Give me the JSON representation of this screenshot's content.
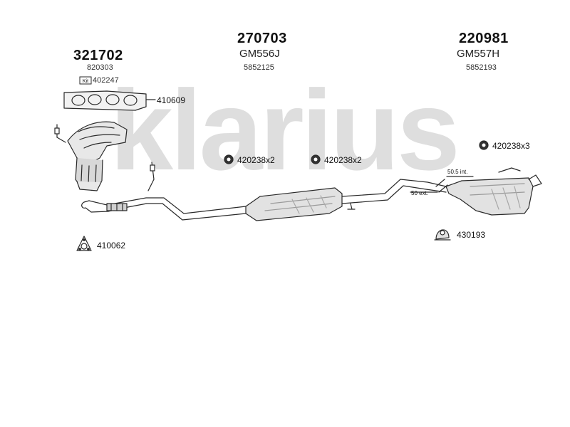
{
  "brand": {
    "watermark": "klarius",
    "watermark_color": "#d9d9d9"
  },
  "groups": {
    "manifold": {
      "part": "321702",
      "ref": "820303",
      "kit_badge": "Kit",
      "kit_code": "402247"
    },
    "middle": {
      "part": "270703",
      "oe": "GM556J",
      "ref": "5852125"
    },
    "rear": {
      "part": "220981",
      "oe": "GM557H",
      "ref": "5852193"
    }
  },
  "callouts": {
    "gasket": "410609",
    "clamp_mid_1": "420238x2",
    "clamp_mid_2": "420238x2",
    "clamp_rear": "420238x3",
    "flange_gasket": "410062",
    "rubber_mount": "430193"
  },
  "dimensions": {
    "int_dim": "50.5 int.",
    "ext_dim": "50 ext."
  },
  "colors": {
    "line": "#2a2a2a",
    "part_fill": "#e8e8e8",
    "part_shade": "#bdbdbd"
  }
}
